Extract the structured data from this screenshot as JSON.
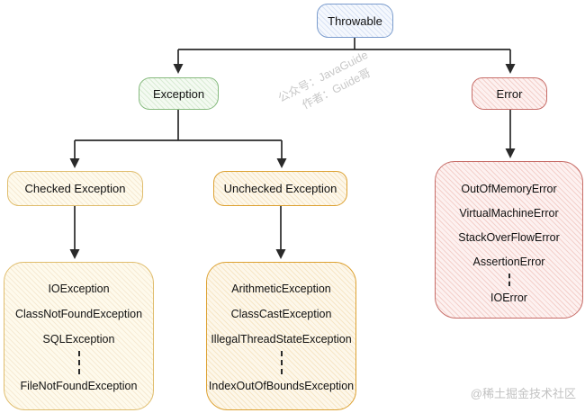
{
  "nodes": {
    "throwable": {
      "label": "Throwable"
    },
    "exception": {
      "label": "Exception"
    },
    "error": {
      "label": "Error"
    },
    "checked": {
      "label": "Checked Exception"
    },
    "unchecked": {
      "label": "Unchecked Exception"
    },
    "checked_list": {
      "items": [
        "IOException",
        "ClassNotFoundException",
        "SQLException",
        "FileNotFoundException"
      ],
      "ellipsis_after_index": 2
    },
    "unchecked_list": {
      "items": [
        "ArithmeticException",
        "ClassCastException",
        "IllegalThreadStateException",
        "IndexOutOfBoundsException"
      ],
      "ellipsis_after_index": 2
    },
    "error_list": {
      "items": [
        "OutOfMemoryError",
        "VirtualMachineError",
        "StackOverFlowError",
        "AssertionError",
        "IOError"
      ],
      "ellipsis_after_index": 3
    }
  },
  "watermarks": {
    "center_line1": "公众号：JavaGuide",
    "center_line2": "作者：Guide哥",
    "bottom_right": "@稀土掘金技术社区"
  },
  "colors": {
    "throwable_border": "#7b9ccd",
    "exception_border": "#86ba7e",
    "error_border": "#c76d68",
    "checked_border": "#e0bd6d",
    "unchecked_border": "#dda233",
    "connector": "#2a2a2a"
  }
}
